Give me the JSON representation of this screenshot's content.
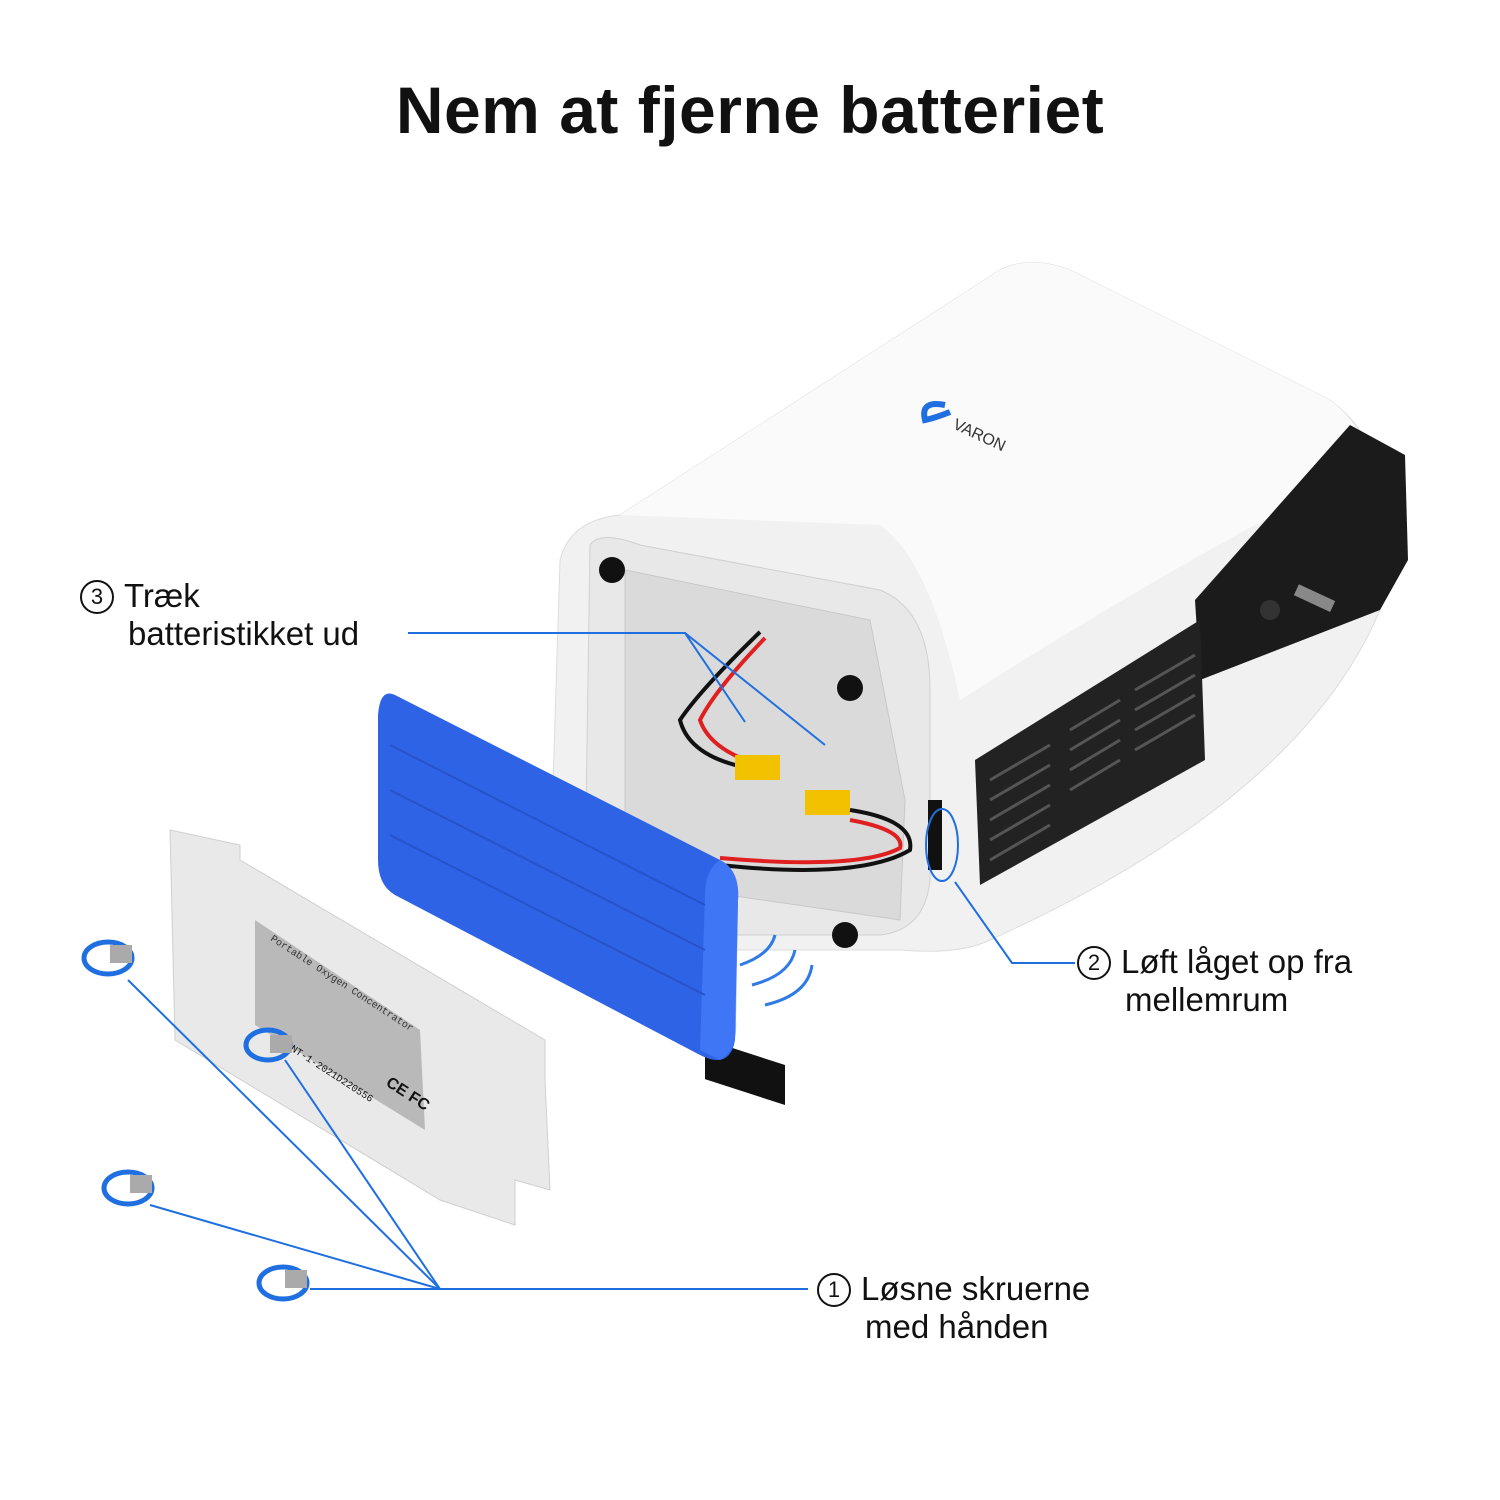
{
  "title": "Nem at fjerne batteriet",
  "brand": "VARON",
  "callouts": [
    {
      "number": "3",
      "line1": "Træk",
      "line2": "batteristikket ud"
    },
    {
      "number": "2",
      "line1": "Løft låget op fra",
      "line2": "mellemrum"
    },
    {
      "number": "1",
      "line1": "Løsne skruerne",
      "line2": "med hånden"
    }
  ],
  "cover_label": {
    "heading": "Portable Oxygen Concentrator",
    "serial": "NT-1-2021D220556",
    "marks": "CE FC"
  },
  "colors": {
    "accent": "#1f6fe0",
    "battery": "#2f63e6",
    "wire_red": "#e02020",
    "connector": "#f2c200"
  }
}
